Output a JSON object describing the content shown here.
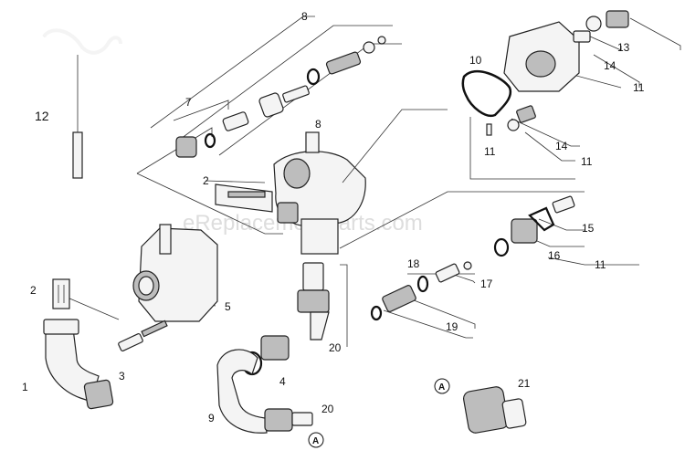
{
  "watermark": "eReplacementParts.com",
  "callouts": [
    "8",
    "12",
    "7",
    "2",
    "5",
    "3",
    "1",
    "4",
    "9",
    "20",
    "21",
    "10",
    "11",
    "13",
    "14",
    "15",
    "16",
    "17",
    "18",
    "19",
    "A"
  ],
  "colors": {
    "line": "#333333",
    "ink": "#111111",
    "fill": "#f4f4f4",
    "shade": "#bdbdbd",
    "watermark": "#cfcfcf"
  }
}
